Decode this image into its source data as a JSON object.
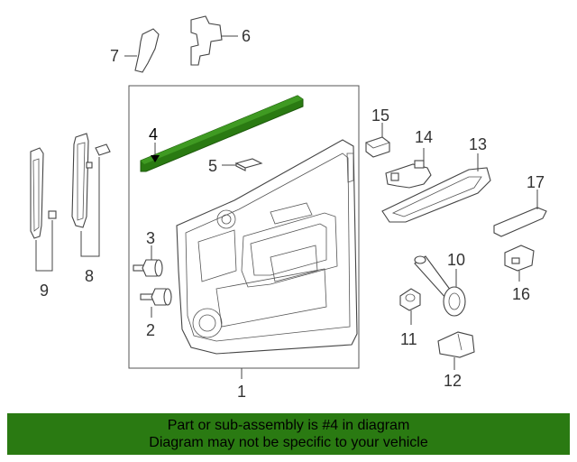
{
  "callouts": {
    "c1": "1",
    "c2": "2",
    "c3": "3",
    "c4": "4",
    "c5": "5",
    "c6": "6",
    "c7": "7",
    "c8": "8",
    "c9": "9",
    "c10": "10",
    "c11": "11",
    "c12": "12",
    "c13": "13",
    "c14": "14",
    "c15": "15",
    "c16": "16",
    "c17": "17"
  },
  "highlight_color": "#2a7a12",
  "banner": {
    "line1": "Part or sub-assembly is #4 in diagram",
    "line2": "Diagram may not be specific to your vehicle"
  }
}
